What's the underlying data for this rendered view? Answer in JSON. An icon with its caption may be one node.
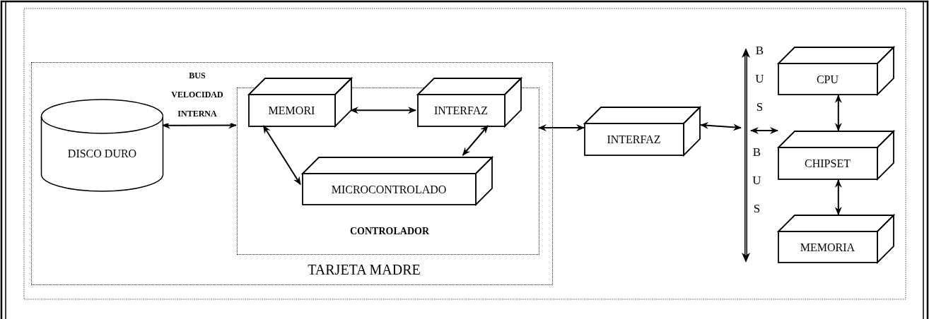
{
  "diagram": {
    "nodes": [
      {
        "text": [
          "TARJETA MADRE"
        ]
      },
      {
        "text": [
          "DISCO DURO"
        ],
        "in": 0
      },
      {
        "text": [
          "CONTROLADOR"
        ],
        "in": 0
      },
      {
        "text": [
          "MEMORI"
        ],
        "in": 2
      },
      {
        "text": [
          "INTERFAZ"
        ],
        "in": 2
      },
      {
        "text": [
          "MICROCONTROLADO"
        ],
        "in": 2
      },
      {
        "text": [
          "INTERFAZ"
        ]
      },
      {
        "text": [],
        "shape": "bar",
        "beside": [
          "B U S",
          "B U S"
        ]
      },
      {
        "text": [
          "CPU"
        ]
      },
      {
        "text": [
          "CHIPSET"
        ]
      },
      {
        "text": [
          "MEMORIA"
        ]
      }
    ],
    "edges": [
      {
        "from": 1,
        "to": 2,
        "arrow": "both",
        "label": "BUS VELOCIDAD INTERNA"
      },
      {
        "from": 3,
        "to": 4,
        "arrow": "both"
      },
      {
        "from": 4,
        "to": 5,
        "arrow": "both"
      },
      {
        "from": 3,
        "to": 5,
        "arrow": "both"
      },
      {
        "from": 2,
        "to": 6,
        "arrow": "both"
      },
      {
        "from": 6,
        "to": 7,
        "arrow": "both"
      },
      {
        "from": 7,
        "to": 9,
        "arrow": "both"
      },
      {
        "from": 8,
        "to": 9,
        "arrow": "both"
      },
      {
        "from": 9,
        "to": 10,
        "arrow": "both"
      }
    ]
  }
}
